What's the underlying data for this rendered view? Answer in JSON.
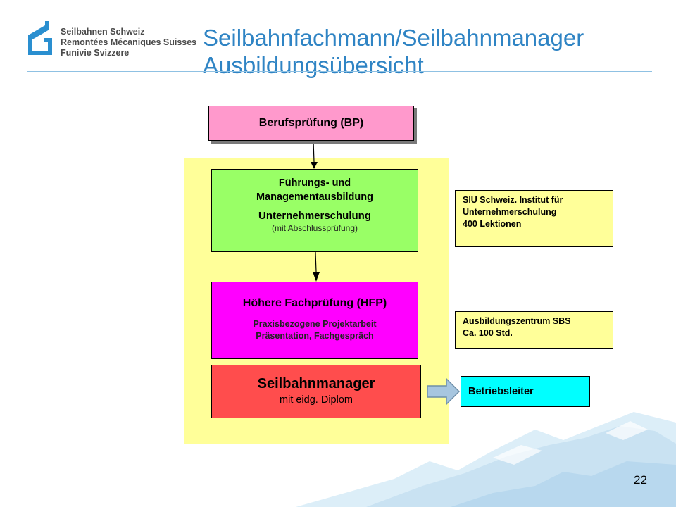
{
  "header": {
    "logo_lines": [
      "Seilbahnen Schweiz",
      "Remontées Mécaniques Suisses",
      "Funivie Svizzere"
    ],
    "title_line1": "Seilbahnfachmann/Seilbahnmanager",
    "title_line2": "Ausbildungsübersicht"
  },
  "diagram": {
    "bp_label": "Berufsprüfung (BP)",
    "fm_line1": "Führungs- und",
    "fm_line2": "Managementausbildung",
    "fm_line3": "Unternehmerschulung",
    "fm_line4": "(mit Abschlussprüfung)",
    "hfp_title": "Höhere Fachprüfung (HFP)",
    "hfp_line1": "Praxisbezogene Projektarbeit",
    "hfp_line2": "Präsentation, Fachgespräch",
    "mgr_title": "Seilbahnmanager",
    "mgr_sub": "mit eidg. Diplom",
    "siu_lines": [
      "SIU Schweiz. Institut für",
      "Unternehmerschulung",
      "400 Lektionen"
    ],
    "abz_lines": [
      "Ausbildungszentrum SBS",
      "Ca. 100 Std."
    ],
    "betriebsleiter": "Betriebsleiter"
  },
  "colors": {
    "title_blue": "#2f84c4",
    "logo_blue": "#2a8fd0",
    "bp_pink": "#ff99cc",
    "fm_green": "#99ff66",
    "hfp_magenta": "#ff00ff",
    "mgr_red": "#ff4d4d",
    "panel_yellow": "#ffff99",
    "bl_cyan": "#00ffff",
    "mountain_blue": "#c9e2f2"
  },
  "footer": {
    "page_number": "22"
  }
}
